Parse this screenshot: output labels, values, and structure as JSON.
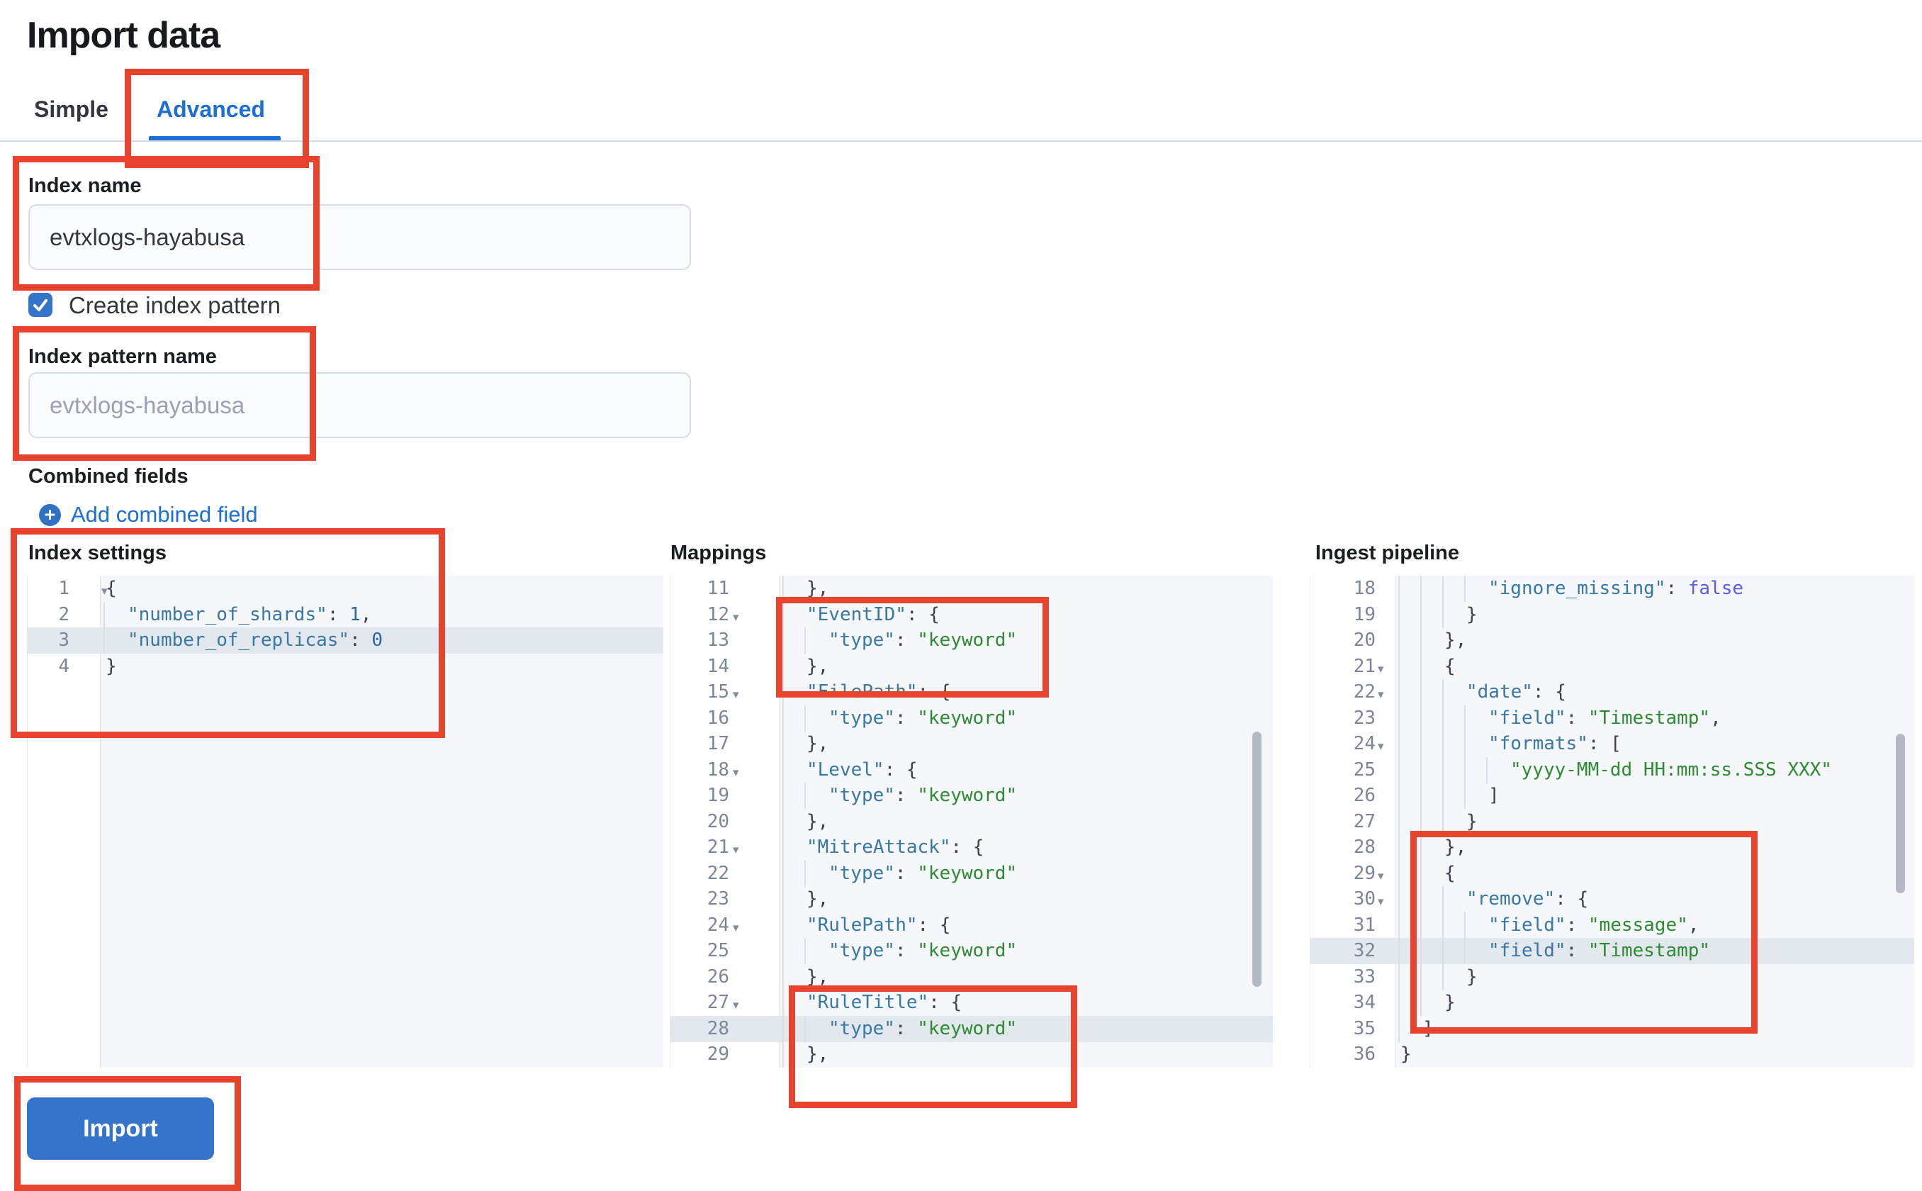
{
  "page": {
    "title": "Import data"
  },
  "tabs": [
    {
      "label": "Simple",
      "active": false
    },
    {
      "label": "Advanced",
      "active": true
    }
  ],
  "form": {
    "index_name": {
      "label": "Index name",
      "value": "evtxlogs-hayabusa"
    },
    "create_index_pattern": {
      "label": "Create index pattern",
      "checked": true
    },
    "index_pattern_name": {
      "label": "Index pattern name",
      "placeholder": "evtxlogs-hayabusa"
    },
    "combined_fields": {
      "label": "Combined fields",
      "add_link_label": "Add combined field"
    }
  },
  "import_button": {
    "label": "Import"
  },
  "colors": {
    "annotation_red": "#e8432c",
    "primary_blue": "#3474ca",
    "link_blue": "#1c6fd4",
    "code_key": "#3878a5",
    "code_string": "#2e8b33",
    "code_boolean": "#5b5ee0",
    "active_line": "#e3e7ee"
  },
  "editors": {
    "index_settings": {
      "label": "Index settings",
      "active_line": 3,
      "lines": [
        {
          "n": 1,
          "indent": 0,
          "fold": true,
          "tokens": [
            [
              "p",
              "{"
            ]
          ]
        },
        {
          "n": 2,
          "indent": 1,
          "fold": false,
          "tokens": [
            [
              "k",
              "\"number_of_shards\""
            ],
            [
              "p",
              ": "
            ],
            [
              "n",
              "1"
            ],
            [
              "p",
              ","
            ]
          ]
        },
        {
          "n": 3,
          "indent": 1,
          "fold": false,
          "tokens": [
            [
              "k",
              "\"number_of_replicas\""
            ],
            [
              "p",
              ": "
            ],
            [
              "n",
              "0"
            ]
          ]
        },
        {
          "n": 4,
          "indent": 0,
          "fold": false,
          "tokens": [
            [
              "p",
              "}"
            ]
          ]
        }
      ]
    },
    "mappings": {
      "label": "Mappings",
      "active_line": 28,
      "lines": [
        {
          "n": 11,
          "indent": 1,
          "fold": false,
          "tokens": [
            [
              "p",
              "},"
            ]
          ]
        },
        {
          "n": 12,
          "indent": 1,
          "fold": true,
          "tokens": [
            [
              "k",
              "\"EventID\""
            ],
            [
              "p",
              ": {"
            ]
          ]
        },
        {
          "n": 13,
          "indent": 2,
          "fold": false,
          "tokens": [
            [
              "k",
              "\"type\""
            ],
            [
              "p",
              ": "
            ],
            [
              "s",
              "\"keyword\""
            ]
          ]
        },
        {
          "n": 14,
          "indent": 1,
          "fold": false,
          "tokens": [
            [
              "p",
              "},"
            ]
          ]
        },
        {
          "n": 15,
          "indent": 1,
          "fold": true,
          "tokens": [
            [
              "k",
              "\"FilePath\""
            ],
            [
              "p",
              ": {"
            ]
          ]
        },
        {
          "n": 16,
          "indent": 2,
          "fold": false,
          "tokens": [
            [
              "k",
              "\"type\""
            ],
            [
              "p",
              ": "
            ],
            [
              "s",
              "\"keyword\""
            ]
          ]
        },
        {
          "n": 17,
          "indent": 1,
          "fold": false,
          "tokens": [
            [
              "p",
              "},"
            ]
          ]
        },
        {
          "n": 18,
          "indent": 1,
          "fold": true,
          "tokens": [
            [
              "k",
              "\"Level\""
            ],
            [
              "p",
              ": {"
            ]
          ]
        },
        {
          "n": 19,
          "indent": 2,
          "fold": false,
          "tokens": [
            [
              "k",
              "\"type\""
            ],
            [
              "p",
              ": "
            ],
            [
              "s",
              "\"keyword\""
            ]
          ]
        },
        {
          "n": 20,
          "indent": 1,
          "fold": false,
          "tokens": [
            [
              "p",
              "},"
            ]
          ]
        },
        {
          "n": 21,
          "indent": 1,
          "fold": true,
          "tokens": [
            [
              "k",
              "\"MitreAttack\""
            ],
            [
              "p",
              ": {"
            ]
          ]
        },
        {
          "n": 22,
          "indent": 2,
          "fold": false,
          "tokens": [
            [
              "k",
              "\"type\""
            ],
            [
              "p",
              ": "
            ],
            [
              "s",
              "\"keyword\""
            ]
          ]
        },
        {
          "n": 23,
          "indent": 1,
          "fold": false,
          "tokens": [
            [
              "p",
              "},"
            ]
          ]
        },
        {
          "n": 24,
          "indent": 1,
          "fold": true,
          "tokens": [
            [
              "k",
              "\"RulePath\""
            ],
            [
              "p",
              ": {"
            ]
          ]
        },
        {
          "n": 25,
          "indent": 2,
          "fold": false,
          "tokens": [
            [
              "k",
              "\"type\""
            ],
            [
              "p",
              ": "
            ],
            [
              "s",
              "\"keyword\""
            ]
          ]
        },
        {
          "n": 26,
          "indent": 1,
          "fold": false,
          "tokens": [
            [
              "p",
              "},"
            ]
          ]
        },
        {
          "n": 27,
          "indent": 1,
          "fold": true,
          "tokens": [
            [
              "k",
              "\"RuleTitle\""
            ],
            [
              "p",
              ": {"
            ]
          ]
        },
        {
          "n": 28,
          "indent": 2,
          "fold": false,
          "tokens": [
            [
              "k",
              "\"type\""
            ],
            [
              "p",
              ": "
            ],
            [
              "s",
              "\"keyword\""
            ]
          ]
        },
        {
          "n": 29,
          "indent": 1,
          "fold": false,
          "tokens": [
            [
              "p",
              "},"
            ]
          ]
        }
      ]
    },
    "ingest_pipeline": {
      "label": "Ingest pipeline",
      "active_line": 32,
      "lines": [
        {
          "n": 18,
          "indent": 4,
          "fold": false,
          "tokens": [
            [
              "k",
              "\"ignore_missing\""
            ],
            [
              "p",
              ": "
            ],
            [
              "b",
              "false"
            ]
          ]
        },
        {
          "n": 19,
          "indent": 3,
          "fold": false,
          "tokens": [
            [
              "p",
              "}"
            ]
          ]
        },
        {
          "n": 20,
          "indent": 2,
          "fold": false,
          "tokens": [
            [
              "p",
              "},"
            ]
          ]
        },
        {
          "n": 21,
          "indent": 2,
          "fold": true,
          "tokens": [
            [
              "p",
              "{"
            ]
          ]
        },
        {
          "n": 22,
          "indent": 3,
          "fold": true,
          "tokens": [
            [
              "k",
              "\"date\""
            ],
            [
              "p",
              ": {"
            ]
          ]
        },
        {
          "n": 23,
          "indent": 4,
          "fold": false,
          "tokens": [
            [
              "k",
              "\"field\""
            ],
            [
              "p",
              ": "
            ],
            [
              "s",
              "\"Timestamp\""
            ],
            [
              "p",
              ","
            ]
          ]
        },
        {
          "n": 24,
          "indent": 4,
          "fold": true,
          "tokens": [
            [
              "k",
              "\"formats\""
            ],
            [
              "p",
              ": ["
            ]
          ]
        },
        {
          "n": 25,
          "indent": 5,
          "fold": false,
          "tokens": [
            [
              "s",
              "\"yyyy-MM-dd HH:mm:ss.SSS XXX\""
            ]
          ]
        },
        {
          "n": 26,
          "indent": 4,
          "fold": false,
          "tokens": [
            [
              "p",
              "]"
            ]
          ]
        },
        {
          "n": 27,
          "indent": 3,
          "fold": false,
          "tokens": [
            [
              "p",
              "}"
            ]
          ]
        },
        {
          "n": 28,
          "indent": 2,
          "fold": false,
          "tokens": [
            [
              "p",
              "},"
            ]
          ]
        },
        {
          "n": 29,
          "indent": 2,
          "fold": true,
          "tokens": [
            [
              "p",
              "{"
            ]
          ]
        },
        {
          "n": 30,
          "indent": 3,
          "fold": true,
          "tokens": [
            [
              "k",
              "\"remove\""
            ],
            [
              "p",
              ": {"
            ]
          ]
        },
        {
          "n": 31,
          "indent": 4,
          "fold": false,
          "tokens": [
            [
              "k",
              "\"field\""
            ],
            [
              "p",
              ": "
            ],
            [
              "s",
              "\"message\""
            ],
            [
              "p",
              ","
            ]
          ]
        },
        {
          "n": 32,
          "indent": 4,
          "fold": false,
          "tokens": [
            [
              "k",
              "\"field\""
            ],
            [
              "p",
              ": "
            ],
            [
              "s",
              "\"Timestamp\""
            ]
          ]
        },
        {
          "n": 33,
          "indent": 3,
          "fold": false,
          "tokens": [
            [
              "p",
              "}"
            ]
          ]
        },
        {
          "n": 34,
          "indent": 2,
          "fold": false,
          "tokens": [
            [
              "p",
              "}"
            ]
          ]
        },
        {
          "n": 35,
          "indent": 1,
          "fold": false,
          "tokens": [
            [
              "p",
              "]"
            ]
          ]
        },
        {
          "n": 36,
          "indent": 0,
          "fold": false,
          "tokens": [
            [
              "p",
              "}"
            ]
          ]
        }
      ]
    }
  }
}
